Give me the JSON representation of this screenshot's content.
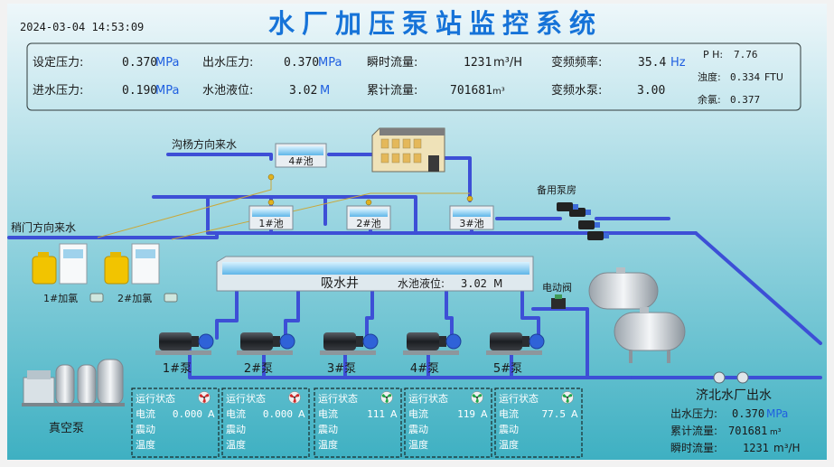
{
  "header": {
    "datetime": "2024-03-04 14:53:09",
    "title": "水厂加压泵站监控系统"
  },
  "params": {
    "set_pressure_label": "设定压力:",
    "set_pressure_value": "0.370",
    "set_pressure_unit": "MPa",
    "out_pressure_label": "出水压力:",
    "out_pressure_value": "0.370",
    "out_pressure_unit": "MPa",
    "inst_flow_label": "瞬时流量:",
    "inst_flow_value": "1231",
    "inst_flow_unit": "m³/H",
    "vf_rate_label": "变频频率:",
    "vf_rate_value": "35.4",
    "vf_rate_unit": "Hz",
    "in_pressure_label": "进水压力:",
    "in_pressure_value": "0.190",
    "in_pressure_unit": "MPa",
    "tank_level_label": "水池液位:",
    "tank_level_value": "3.02",
    "tank_level_unit": "M",
    "cum_flow_label": "累计流量:",
    "cum_flow_value": "701681",
    "cum_flow_unit": "m³",
    "vf_pump_label": "变频水泵:",
    "vf_pump_value": "3.00"
  },
  "quality": {
    "ph_label": "P H:",
    "ph_value": "7.76",
    "turbidity_label": "浊度:",
    "turbidity_value": "0.334",
    "turbidity_unit": "FTU",
    "chlorine_label": "余氯:",
    "chlorine_value": "0.377"
  },
  "diagram": {
    "inflow_north_label": "沟杨方向来水",
    "inflow_west_label": "稍门方向来水",
    "tank4_label": "4#池",
    "tank1_label": "1#池",
    "tank2_label": "2#池",
    "tank3_label": "3#池",
    "standby_label": "备用泵房",
    "well_label": "吸水井",
    "well_level_label": "水池液位:",
    "well_level_value": "3.02",
    "well_level_unit": "M",
    "valve_label": "电动阀",
    "chlor1_label": "1#加氯",
    "chlor2_label": "2#加氯",
    "vacuum_label": "真空泵",
    "pump_labels": [
      "1#泵",
      "2#泵",
      "3#泵",
      "4#泵",
      "5#泵"
    ]
  },
  "pumps": [
    {
      "status_label": "运行状态",
      "status": "stopped",
      "current_label": "电流",
      "current": "0.000",
      "unit": "A",
      "vibration_label": "震动",
      "temperature_label": "温度"
    },
    {
      "status_label": "运行状态",
      "status": "stopped",
      "current_label": "电流",
      "current": "0.000",
      "unit": "A",
      "vibration_label": "震动",
      "temperature_label": "温度"
    },
    {
      "status_label": "运行状态",
      "status": "running",
      "current_label": "电流",
      "current": "111",
      "unit": "A",
      "vibration_label": "震动",
      "temperature_label": "温度"
    },
    {
      "status_label": "运行状态",
      "status": "running",
      "current_label": "电流",
      "current": "119",
      "unit": "A",
      "vibration_label": "震动",
      "temperature_label": "温度"
    },
    {
      "status_label": "运行状态",
      "status": "running",
      "current_label": "电流",
      "current": "77.5",
      "unit": "A",
      "vibration_label": "震动",
      "temperature_label": "温度"
    }
  ],
  "outlet": {
    "title": "济北水厂出水",
    "pressure_label": "出水压力:",
    "pressure_value": "0.370",
    "pressure_unit": "MPa",
    "cum_label": "累计流量:",
    "cum_value": "701681",
    "cum_unit": "m³",
    "flow_label": "瞬时流量:",
    "flow_value": "1231",
    "flow_unit": "m³/H"
  },
  "colors": {
    "bg_top": "#e6f3f8",
    "bg_bottom": "#44b6c7",
    "pipe": "#3d4fd6",
    "pipe_light": "#6a7df0",
    "text_dark": "#1a1a1a",
    "title_blue": "#1673d8",
    "value_blue": "#1f5fe0",
    "run_green": "#1fa84a",
    "stop_red": "#d12c2c",
    "panel_border": "#2f3a3a"
  }
}
